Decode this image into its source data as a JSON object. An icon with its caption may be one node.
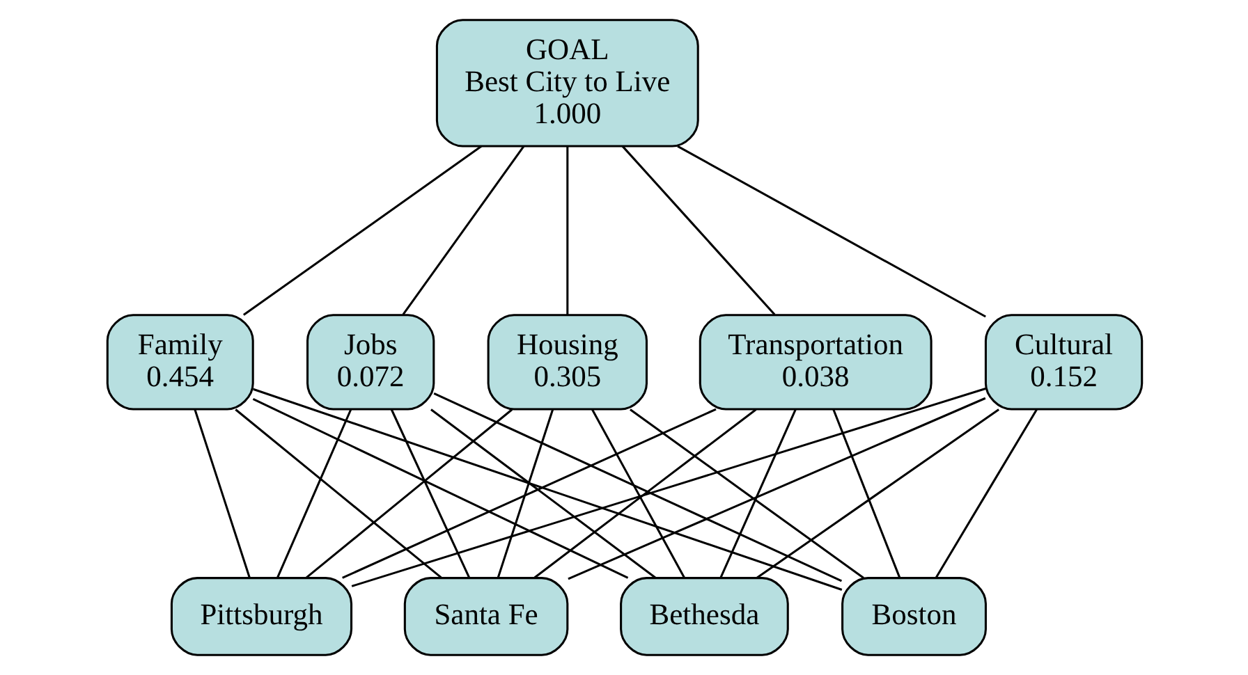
{
  "diagram": {
    "nodes": [
      {
        "text": [
          "GOAL",
          "Best City to Live",
          "1.000"
        ]
      },
      {
        "text": [
          "Cultural",
          "0.152"
        ]
      },
      {
        "text": [
          "Family",
          "0.454"
        ]
      },
      {
        "text": [
          "Jobs",
          "0.072"
        ]
      },
      {
        "text": [
          "Housing",
          "0.305"
        ]
      },
      {
        "text": [
          "Transportation",
          "0.038"
        ]
      },
      {
        "text": [
          "Bethesda"
        ]
      },
      {
        "text": [
          "Boston"
        ]
      },
      {
        "text": [
          "Pittsburgh"
        ]
      },
      {
        "text": [
          "Santa Fe"
        ]
      }
    ],
    "edges": [
      {
        "from": 0,
        "to": 1,
        "arrow": "none"
      },
      {
        "from": 0,
        "to": 2,
        "arrow": "none"
      },
      {
        "from": 0,
        "to": 3,
        "arrow": "none"
      },
      {
        "from": 0,
        "to": 4,
        "arrow": "none"
      },
      {
        "from": 0,
        "to": 5,
        "arrow": "none"
      },
      {
        "from": 1,
        "to": 6,
        "arrow": "none"
      },
      {
        "from": 1,
        "to": 7,
        "arrow": "none"
      },
      {
        "from": 1,
        "to": 8,
        "arrow": "none"
      },
      {
        "from": 1,
        "to": 9,
        "arrow": "none"
      },
      {
        "from": 2,
        "to": 6,
        "arrow": "none"
      },
      {
        "from": 2,
        "to": 7,
        "arrow": "none"
      },
      {
        "from": 2,
        "to": 8,
        "arrow": "none"
      },
      {
        "from": 2,
        "to": 9,
        "arrow": "none"
      },
      {
        "from": 3,
        "to": 6,
        "arrow": "none"
      },
      {
        "from": 3,
        "to": 7,
        "arrow": "none"
      },
      {
        "from": 3,
        "to": 8,
        "arrow": "none"
      },
      {
        "from": 3,
        "to": 9,
        "arrow": "none"
      },
      {
        "from": 4,
        "to": 6,
        "arrow": "none"
      },
      {
        "from": 4,
        "to": 7,
        "arrow": "none"
      },
      {
        "from": 4,
        "to": 8,
        "arrow": "none"
      },
      {
        "from": 4,
        "to": 9,
        "arrow": "none"
      },
      {
        "from": 5,
        "to": 6,
        "arrow": "none"
      },
      {
        "from": 5,
        "to": 7,
        "arrow": "none"
      },
      {
        "from": 5,
        "to": 8,
        "arrow": "none"
      },
      {
        "from": 5,
        "to": 9,
        "arrow": "none"
      }
    ]
  }
}
